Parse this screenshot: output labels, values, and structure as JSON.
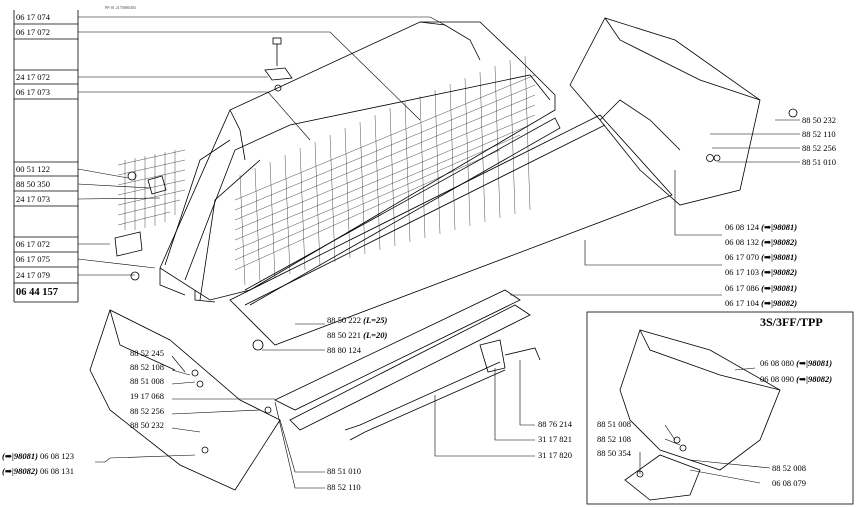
{
  "header": "PF-01 2170080403",
  "left_parts": [
    {
      "code": "06 17 074"
    },
    {
      "code": "06 17 072"
    },
    {
      "code": "24 17 072"
    },
    {
      "code": "06 17 073"
    },
    {
      "code": "00 51 122"
    },
    {
      "code": "88 50 350"
    },
    {
      "code": "24 17 073"
    },
    {
      "code": "06 17 072"
    },
    {
      "code": "06 17 075"
    },
    {
      "code": "24 17 079"
    }
  ],
  "main_assembly": "06 44 157",
  "right_parts": [
    {
      "code": "88 50 232"
    },
    {
      "code": "88 52 110"
    },
    {
      "code": "88 52 256"
    },
    {
      "code": "88 51 010"
    }
  ],
  "variants": [
    {
      "code": "06 08 124",
      "note": "(➡|98081)"
    },
    {
      "code": "06 08 132",
      "note": "(➡|98082)"
    },
    {
      "code": "06 17 070",
      "note": "(➡|98081)"
    },
    {
      "code": "06 17 103",
      "note": "(➡|98082)"
    },
    {
      "code": "06 17 086",
      "note": "(➡|98081)"
    },
    {
      "code": "06 17 104",
      "note": "(➡|98082)"
    }
  ],
  "center_parts": [
    {
      "code": "88 50 222",
      "note": "(L=25)"
    },
    {
      "code": "88 50 221",
      "note": "(L=20)"
    },
    {
      "code": "88 80 124"
    }
  ],
  "lower_left": [
    "88 52 245",
    "88 52 108",
    "88 51 008",
    "19 17 068",
    "88 52 256",
    "88 50 232"
  ],
  "lower_left_variants": [
    {
      "note": "(➡|98081)",
      "code": "06 08 123"
    },
    {
      "note": "(➡|98082)",
      "code": "06 08 131"
    }
  ],
  "lower_center": [
    "88 51 010",
    "88 52 110"
  ],
  "bottom_parts": [
    "88 76 214",
    "31 17 821",
    "31 17 820"
  ],
  "box": {
    "title": "3S/3FF/TPP",
    "variants": [
      {
        "code": "06 08 080",
        "note": "(➡|98081)"
      },
      {
        "code": "06 08 090",
        "note": "(➡|98082)"
      }
    ],
    "parts": [
      "88 51 008",
      "88 52 108",
      "88 50 354",
      "88 52 008",
      "06 08 079"
    ]
  }
}
